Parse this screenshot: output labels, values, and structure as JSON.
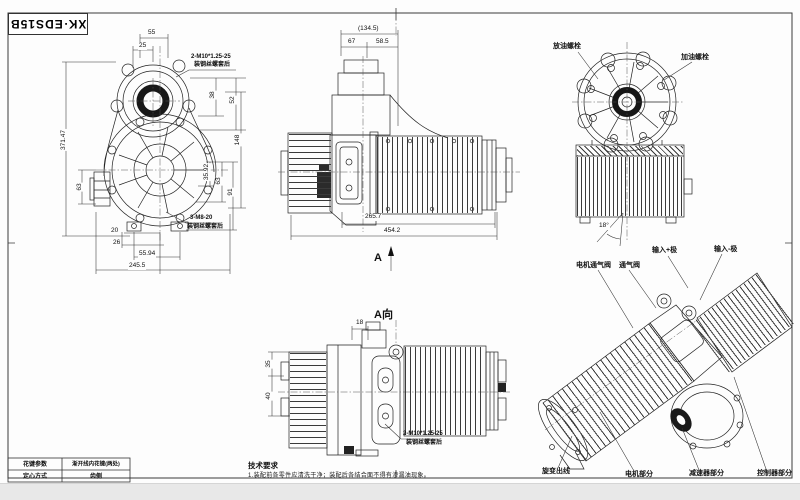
{
  "sheet": {
    "title_block_model": "XK·EDS15B"
  },
  "front_view": {
    "dim_55": "55",
    "dim_25": "25",
    "dim_38": "38",
    "dim_52": "52",
    "dim_148": "148",
    "dim_35_92": "35.92",
    "dim_63_right": "63",
    "dim_91": "91",
    "dim_371_47": "371.47",
    "dim_63_left": "63",
    "dim_20": "20",
    "dim_26": "26",
    "dim_55_94": "55.94",
    "dim_245_5": "245.5",
    "note_top_line1": "2-M10*1.25-25",
    "note_top_line2": "装钢丝螺套后",
    "note_bottom_line1": "3-M8-20",
    "note_bottom_line2": "装钢丝螺套后"
  },
  "side_view": {
    "dim_134_5": "(134.5)",
    "dim_67": "67",
    "dim_58_5": "58.5",
    "dim_265_7": "265.7",
    "dim_454_2": "454.2",
    "section_arrow_label": "A"
  },
  "rear_view": {
    "label_drain_plug": "放油螺栓",
    "label_fill_plug": "加油螺栓",
    "angle_18": "18°"
  },
  "a_view": {
    "title": "A向",
    "dim_18": "18",
    "dim_35": "35",
    "dim_40": "40",
    "note_line1": "2-M10*1.25-25",
    "note_line2": "装钢丝螺套后"
  },
  "iso_view": {
    "label_motor_vent": "电机通气阀",
    "label_vent": "通气阀",
    "label_input_pos": "输入+极",
    "label_input_neg": "输入-极",
    "label_resolver_out": "旋变出线",
    "label_motor_part": "电机部分",
    "label_reducer_part": "减速器部分",
    "label_controller_part": "控制器部分"
  },
  "tech_requirements": {
    "heading": "技术要求",
    "line1": "1.装配前各零件应清洗干净；装配后各结合面不得有渗漏油现象。"
  },
  "spline_table": {
    "rows": [
      {
        "label": "花键参数",
        "value": "渐开线内花键(两处)"
      },
      {
        "label": "定心方式",
        "value": "齿侧"
      }
    ]
  }
}
